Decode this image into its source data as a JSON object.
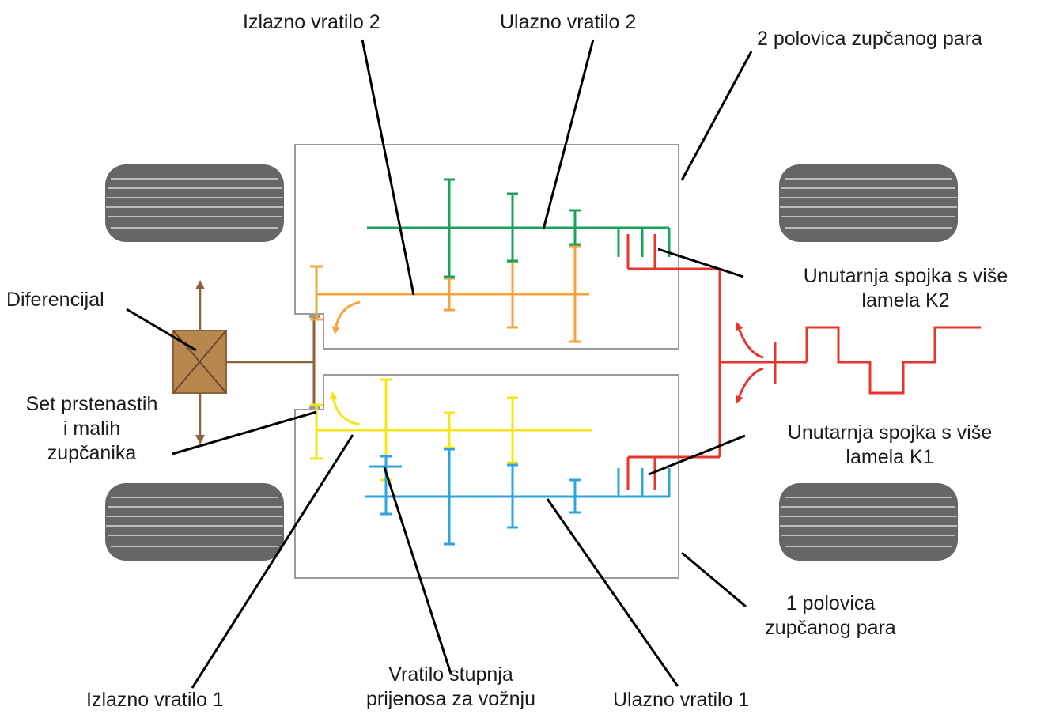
{
  "labels": {
    "izlazno_vratilo_2": "Izlazno vratilo 2",
    "ulazno_vratilo_2": "Ulazno vratilo 2",
    "polovica_2": "2 polovica zupčanog para",
    "diferencijal": "Diferencijal",
    "spojka_k2_line1": "Unutarnja spojka s više",
    "spojka_k2_line2": "lamela K2",
    "set_line1": "Set prstenastih",
    "set_line2": "i malih",
    "set_line3": "zupčanika",
    "spojka_k1_line1": "Unutarnja spojka s više",
    "spojka_k1_line2": "lamela K1",
    "polovica_1_line1": "1 polovica",
    "polovica_1_line2": "zupčanog para",
    "vratilo_stupnja_line1": "Vratilo stupnja",
    "vratilo_stupnja_line2": "prijenosa za vožnju",
    "izlazno_vratilo_1": "Izlazno vratilo 1",
    "ulazno_vratilo_1": "Ulazno vratilo 1"
  },
  "colors": {
    "input_shaft_2": "#1aa35a",
    "output_shaft_2": "#f5a33a",
    "input_shaft_1": "#2ea3dc",
    "output_shaft_1": "#f5e416",
    "clutch_and_engine": "#e8352b",
    "differential": "#b8864f",
    "differential_lines": "#8c6239",
    "housing": "#9b9b9b",
    "tire": "#666666",
    "leader": "#000000"
  },
  "components": {
    "tires": [
      "tire-icon",
      "tire-icon",
      "tire-icon",
      "tire-icon"
    ],
    "differential": "differential-box-icon",
    "engine": "engine-crankshaft-icon"
  }
}
